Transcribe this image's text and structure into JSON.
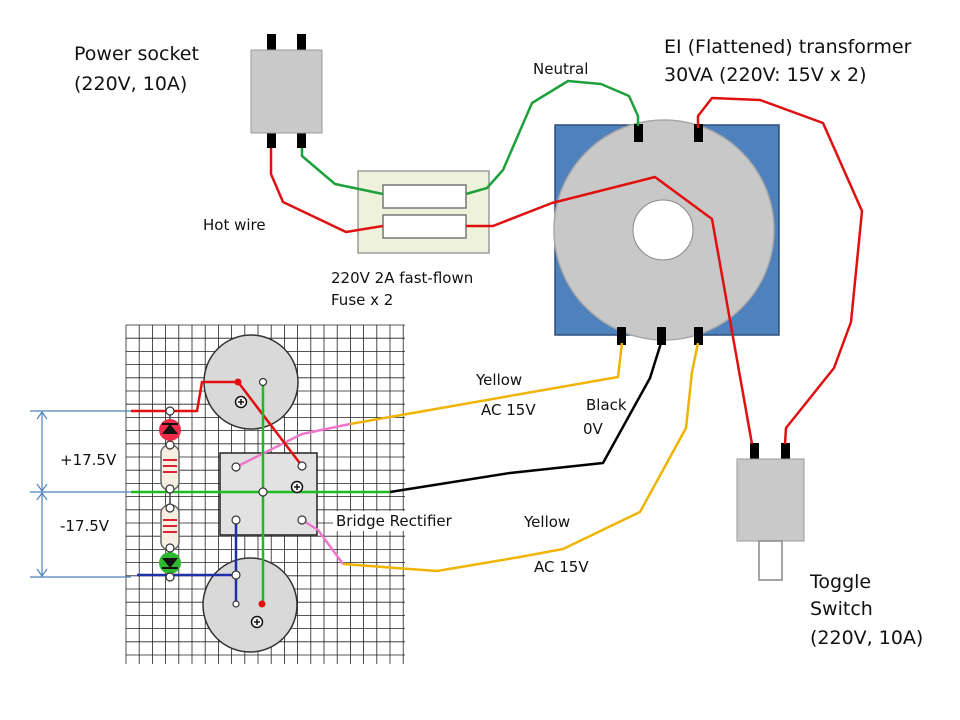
{
  "labels": {
    "power_socket_title": "Power socket",
    "power_socket_rating": "(220V, 10A)",
    "transformer_title": "EI (Flattened) transformer",
    "transformer_rating": "30VA (220V: 15V x 2)",
    "neutral": "Neutral",
    "hot_wire": "Hot wire",
    "fuse_line1": "220V 2A fast-flown",
    "fuse_line2": "Fuse x 2",
    "yellow_top": "Yellow",
    "ac_top": "AC 15V",
    "black": "Black",
    "zero_v": "0V",
    "yellow_bottom": "Yellow",
    "ac_bottom": "AC 15V",
    "plus_voltage": "+17.5V",
    "minus_voltage": "-17.5V",
    "bridge_rectifier": "Bridge Rectifier",
    "toggle_line1": "Toggle",
    "toggle_line2": "Switch",
    "toggle_rating": "(220V, 10A)"
  },
  "colors": {
    "wire_hot": "#e01010",
    "wire_neutral": "#1ea03c",
    "wire_yellow": "#f0b400",
    "wire_black": "#000000",
    "wire_pink": "#ee77cc",
    "wire_blue": "#1e2fa8",
    "wire_green": "#20bb20",
    "transformer_box": "#4f81bd",
    "transformer_core": "#c8c8c8",
    "component_fill": "#c9c9c9",
    "fuse_holder": "#eef2da",
    "dimension_line": "#4f81bd"
  }
}
